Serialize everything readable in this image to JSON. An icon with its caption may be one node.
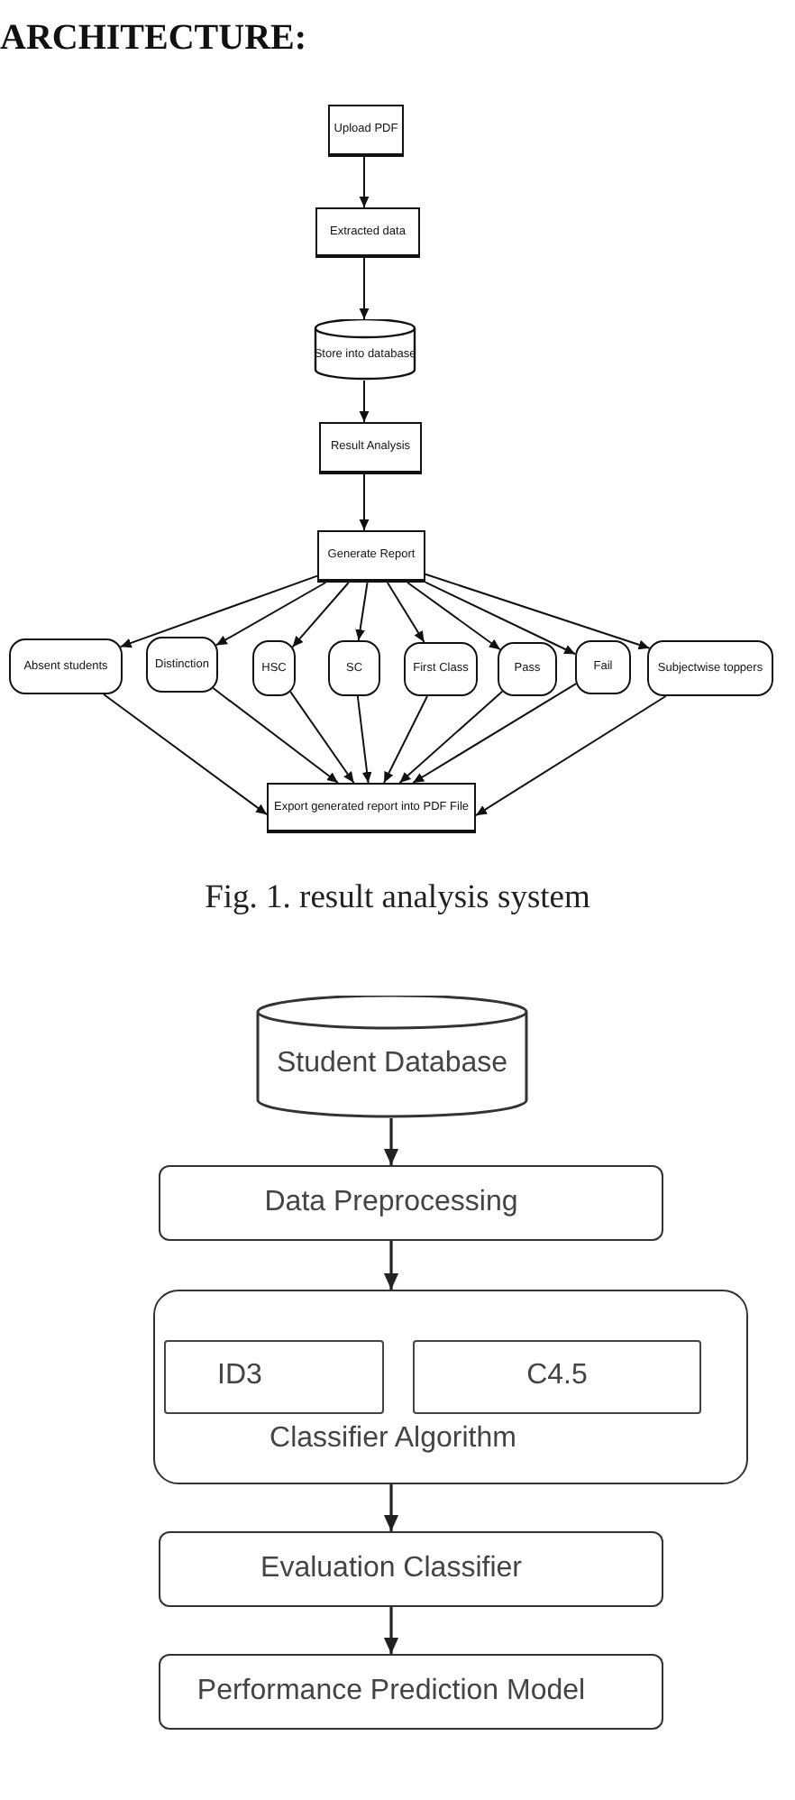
{
  "diagram": {
    "title": "ARCHITECTURE:",
    "caption": "Fig. 1. result analysis system",
    "nodes": [
      {
        "text": [
          "Upload PDF"
        ]
      },
      {
        "text": [
          "Extracted data"
        ]
      },
      {
        "text": [
          "Store into database"
        ]
      },
      {
        "text": [
          "Result Analysis"
        ]
      },
      {
        "text": [
          "Generate Report"
        ]
      },
      {
        "text": [
          "Absent students"
        ]
      },
      {
        "text": [
          "Distinction"
        ]
      },
      {
        "text": [
          "HSC"
        ]
      },
      {
        "text": [
          "SC"
        ]
      },
      {
        "text": [
          "First Class"
        ]
      },
      {
        "text": [
          "Pass"
        ]
      },
      {
        "text": [
          "Fail"
        ]
      },
      {
        "text": [
          "Subjectwise toppers"
        ]
      },
      {
        "text": [
          "Export generated report into PDF File"
        ]
      },
      {
        "text": [
          "Student Database"
        ]
      },
      {
        "text": [
          "Data Preprocessing"
        ]
      },
      {
        "text": [
          "Classifier Algorithm"
        ]
      },
      {
        "text": [
          "ID3"
        ],
        "in": 16
      },
      {
        "text": [
          "C4.5"
        ],
        "in": 16
      },
      {
        "text": [
          "Evaluation Classifier"
        ]
      },
      {
        "text": [
          "Performance Prediction Model"
        ]
      }
    ],
    "edges": [
      {
        "from": 0,
        "to": 1,
        "arrow": "to"
      },
      {
        "from": 1,
        "to": 2,
        "arrow": "to"
      },
      {
        "from": 2,
        "to": 3,
        "arrow": "to"
      },
      {
        "from": 3,
        "to": 4,
        "arrow": "to"
      },
      {
        "from": 4,
        "to": 5,
        "arrow": "to"
      },
      {
        "from": 4,
        "to": 6,
        "arrow": "to"
      },
      {
        "from": 4,
        "to": 7,
        "arrow": "to"
      },
      {
        "from": 4,
        "to": 8,
        "arrow": "to"
      },
      {
        "from": 4,
        "to": 9,
        "arrow": "to"
      },
      {
        "from": 4,
        "to": 10,
        "arrow": "to"
      },
      {
        "from": 4,
        "to": 11,
        "arrow": "to"
      },
      {
        "from": 4,
        "to": 12,
        "arrow": "to"
      },
      {
        "from": 5,
        "to": 13,
        "arrow": "to"
      },
      {
        "from": 6,
        "to": 13,
        "arrow": "to"
      },
      {
        "from": 7,
        "to": 13,
        "arrow": "to"
      },
      {
        "from": 8,
        "to": 13,
        "arrow": "to"
      },
      {
        "from": 9,
        "to": 13,
        "arrow": "to"
      },
      {
        "from": 10,
        "to": 13,
        "arrow": "to"
      },
      {
        "from": 11,
        "to": 13,
        "arrow": "to"
      },
      {
        "from": 12,
        "to": 13,
        "arrow": "to"
      },
      {
        "from": 14,
        "to": 15,
        "arrow": "to"
      },
      {
        "from": 15,
        "to": 16,
        "arrow": "to"
      },
      {
        "from": 16,
        "to": 19,
        "arrow": "to"
      },
      {
        "from": 19,
        "to": 20,
        "arrow": "to"
      }
    ]
  }
}
